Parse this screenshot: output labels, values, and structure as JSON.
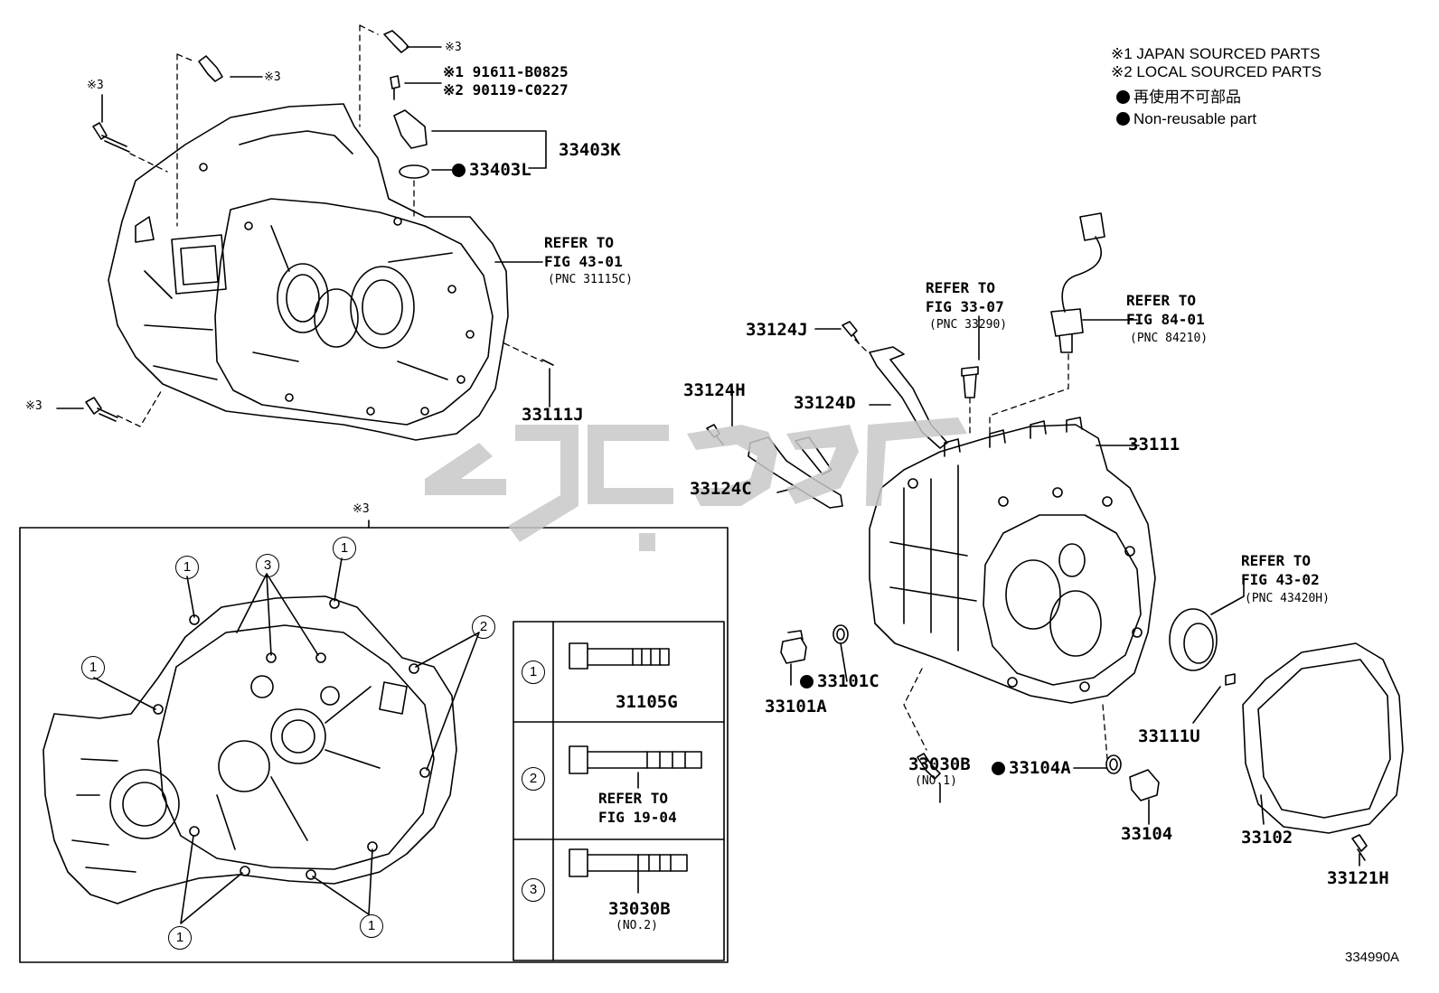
{
  "legend": {
    "japan": "※1 JAPAN SOURCED PARTS",
    "local": "※2 LOCAL SOURCED PARTS",
    "nonreusable_jp": "再使用不可部品",
    "nonreusable_en": "Non-reusable part"
  },
  "marks": {
    "ref3": "※3"
  },
  "parts": {
    "p91611": "※1  91611-B0825",
    "p90119": "※2  90119-C0227",
    "p33403K": "33403K",
    "p33403L": "33403L",
    "p33111J": "33111J",
    "p33124J": "33124J",
    "p33124H": "33124H",
    "p33124D": "33124D",
    "p33124C": "33124C",
    "p33111": "33111",
    "p33101C": "33101C",
    "p33101A": "33101A",
    "p33030B": "33030B",
    "p33030B_no1": "(NO.1)",
    "p33104A": "33104A",
    "p33104": "33104",
    "p33111U": "33111U",
    "p33102": "33102",
    "p33121H": "33121H",
    "p31105G": "31105G",
    "p33030B_2": "33030B",
    "p33030B_no2": "(NO.2)"
  },
  "refs": {
    "r1_a": "REFER TO",
    "r1_b": "FIG 43-01",
    "r1_c": "(PNC 31115C)",
    "r2_a": "REFER TO",
    "r2_b": "FIG 33-07",
    "r2_c": "(PNC 33290)",
    "r3_a": "REFER TO",
    "r3_b": "FIG 84-01",
    "r3_c": "(PNC 84210)",
    "r4_a": "REFER TO",
    "r4_b": "FIG 43-02",
    "r4_c": "(PNC 43420H)",
    "r5_a": "REFER TO",
    "r5_b": "FIG 19-04"
  },
  "inset": {
    "n1": "1",
    "n2": "2",
    "n3": "3"
  },
  "figure_id": "334990A"
}
